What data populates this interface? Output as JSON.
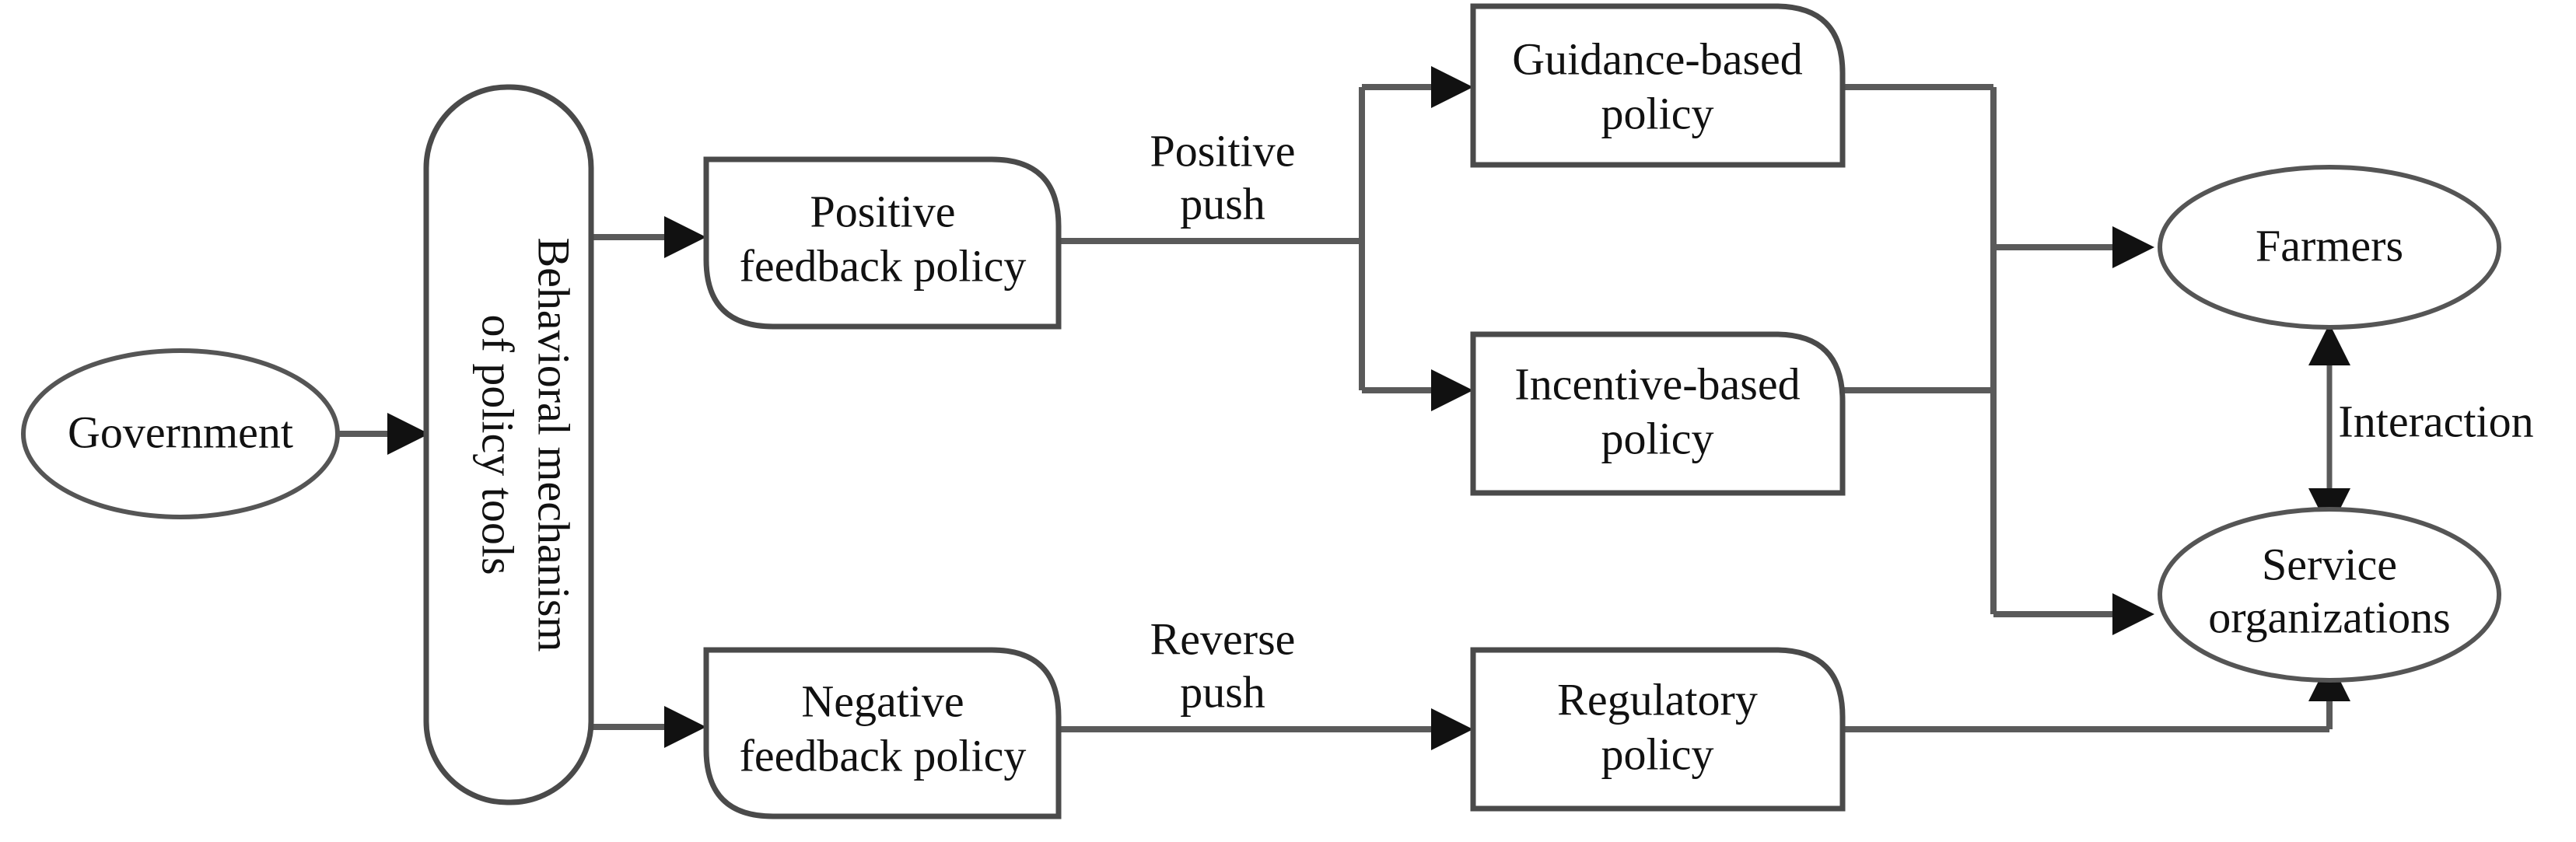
{
  "diagram": {
    "title": "Behavioral mechanism of policy tools",
    "colors": {
      "background": "#ffffff",
      "shape_stroke": "#4a4a4a",
      "ellipse_stroke": "#555555",
      "connector": "#5a5a5a",
      "arrowhead": "#111111",
      "text": "#111111"
    },
    "nodes": {
      "government": {
        "label": "Government",
        "shape": "ellipse"
      },
      "mechanism": {
        "label_line1": "Behavioral mechanism",
        "label_line2": "of policy tools",
        "shape": "vertical-stadium"
      },
      "positive_feedback": {
        "label_line1": "Positive",
        "label_line2": "feedback policy",
        "shape": "two-corner-rounded-box"
      },
      "negative_feedback": {
        "label_line1": "Negative",
        "label_line2": "feedback policy",
        "shape": "two-corner-rounded-box"
      },
      "guidance_based": {
        "label_line1": "Guidance-based",
        "label_line2": "policy",
        "shape": "corner-rounded-box"
      },
      "incentive_based": {
        "label_line1": "Incentive-based",
        "label_line2": "policy",
        "shape": "corner-rounded-box"
      },
      "regulatory": {
        "label_line1": "Regulatory",
        "label_line2": "policy",
        "shape": "corner-rounded-box"
      },
      "farmers": {
        "label": "Farmers",
        "shape": "ellipse"
      },
      "service_organizations": {
        "label_line1": "Service",
        "label_line2": "organizations",
        "shape": "ellipse"
      }
    },
    "edge_labels": {
      "positive_push_line1": "Positive",
      "positive_push_line2": "push",
      "reverse_push_line1": "Reverse",
      "reverse_push_line2": "push",
      "interaction": "Interaction"
    }
  }
}
